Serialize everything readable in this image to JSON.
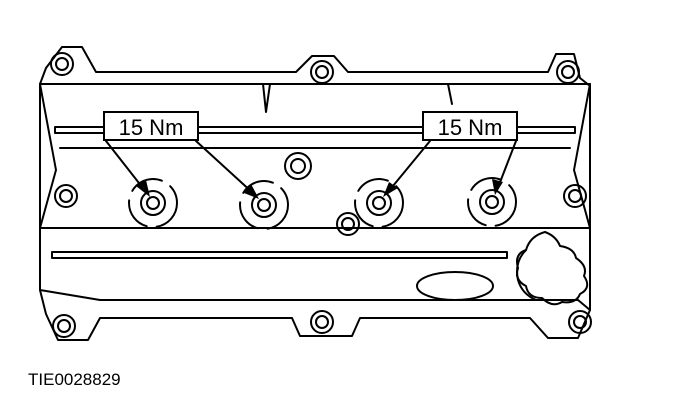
{
  "callouts": {
    "left": "15 Nm",
    "right": "15 Nm"
  },
  "figure_id": "TIE0028829",
  "colors": {
    "line": "#000000",
    "background": "#ffffff"
  },
  "icons": [
    "bolt-icon",
    "oil-filler-cap-icon",
    "logo-badge-icon",
    "arrow-icon"
  ]
}
